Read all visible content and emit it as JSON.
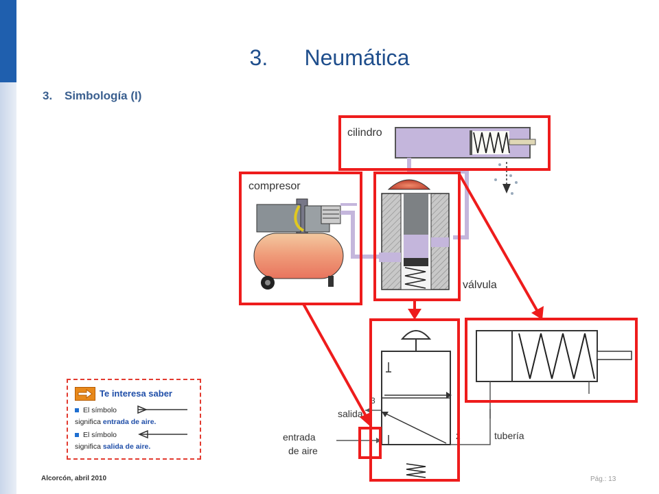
{
  "slide": {
    "title_number": "3.",
    "title_text": "Neumática",
    "subtitle_number": "3.",
    "subtitle_text": "Simbología (I)"
  },
  "diagram": {
    "label_cilindro": "cilindro",
    "label_compresor": "compresor",
    "label_valvula": "válvula",
    "label_salida": "salida",
    "label_entrada_line1": "entrada",
    "label_entrada_line2": "de aire",
    "label_tuberia": "tubería",
    "port_3": "3",
    "port_2": "2",
    "highlight_color": "#ee1c1c"
  },
  "infobox": {
    "title": "Te interesa saber",
    "line1": "El símbolo",
    "line2_prefix": "significa ",
    "line2_bold": "entrada de aire.",
    "line3": "El símbolo",
    "line4_prefix": "significa ",
    "line4_bold": "salida de aire."
  },
  "footer": {
    "left": "Alcorcón,  abril 2010",
    "right": "Pág.: 13"
  }
}
